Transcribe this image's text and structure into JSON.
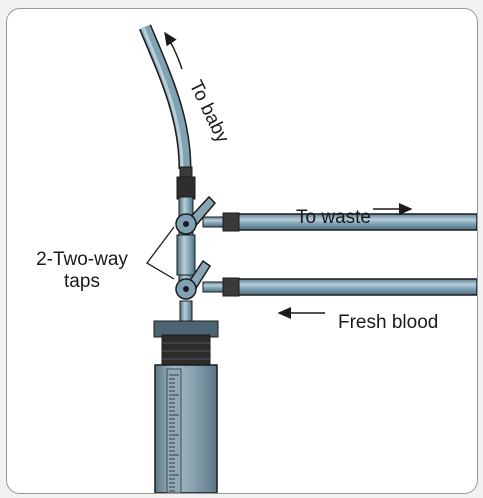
{
  "labels": {
    "to_baby": "To baby",
    "to_waste": "To waste",
    "fresh_blood": "Fresh blood",
    "taps_line1": "2-Two-way",
    "taps_line2": "taps"
  },
  "colors": {
    "tube": "#7fa2b4",
    "tube_light": "#a9c1cd",
    "connector_dark": "#3a3a3a",
    "syringe": "#7d98a6",
    "outline": "#1b1b1b"
  }
}
